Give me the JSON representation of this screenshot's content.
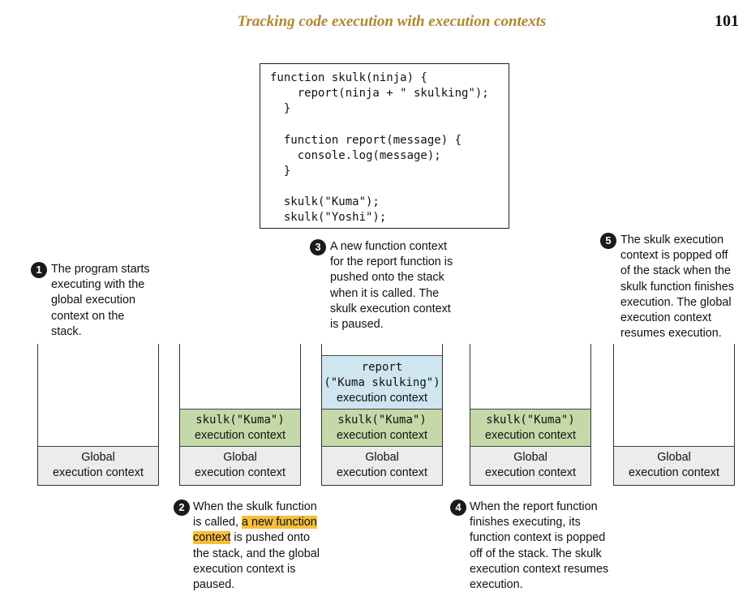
{
  "header": {
    "title": "Tracking code execution with execution contexts",
    "page_number": "101"
  },
  "code": [
    "function skulk(ninja) {",
    "    report(ninja + \" skulking\");",
    "  }",
    "",
    "  function report(message) {",
    "    console.log(message);",
    "  }",
    "",
    "  skulk(\"Kuma\");",
    "  skulk(\"Yoshi\");"
  ],
  "callouts": {
    "c1": {
      "number": "1",
      "lines": [
        "The program starts",
        "executing with the",
        "global execution",
        "context on the",
        "stack."
      ]
    },
    "c2": {
      "number": "2",
      "l1": "When the skulk function",
      "l2a": "is called, ",
      "l2b": "a new function",
      "l3a": "context",
      "l3b": " is pushed onto",
      "l4": "the stack, and the global",
      "l5": "execution context is",
      "l6": "paused."
    },
    "c3": {
      "number": "3",
      "lines": [
        "A new function context",
        "for the report function is",
        "pushed onto the stack",
        "when it is called. The",
        "skulk execution context",
        "is paused."
      ]
    },
    "c4": {
      "number": "4",
      "lines": [
        "When the report function",
        "finishes executing, its",
        "function context is popped",
        "off of the stack. The skulk",
        "execution context resumes",
        "execution."
      ]
    },
    "c5": {
      "number": "5",
      "lines": [
        "The skulk execution",
        "context is popped off",
        "of the stack when the",
        "skulk function finishes",
        "execution. The global",
        "execution context",
        "resumes execution."
      ]
    }
  },
  "contexts": {
    "global": [
      "Global",
      "execution context"
    ],
    "skulk": [
      "skulk(\"Kuma\")",
      "execution context"
    ],
    "report": [
      "report",
      "(\"Kuma skulking\")",
      "execution context"
    ]
  }
}
